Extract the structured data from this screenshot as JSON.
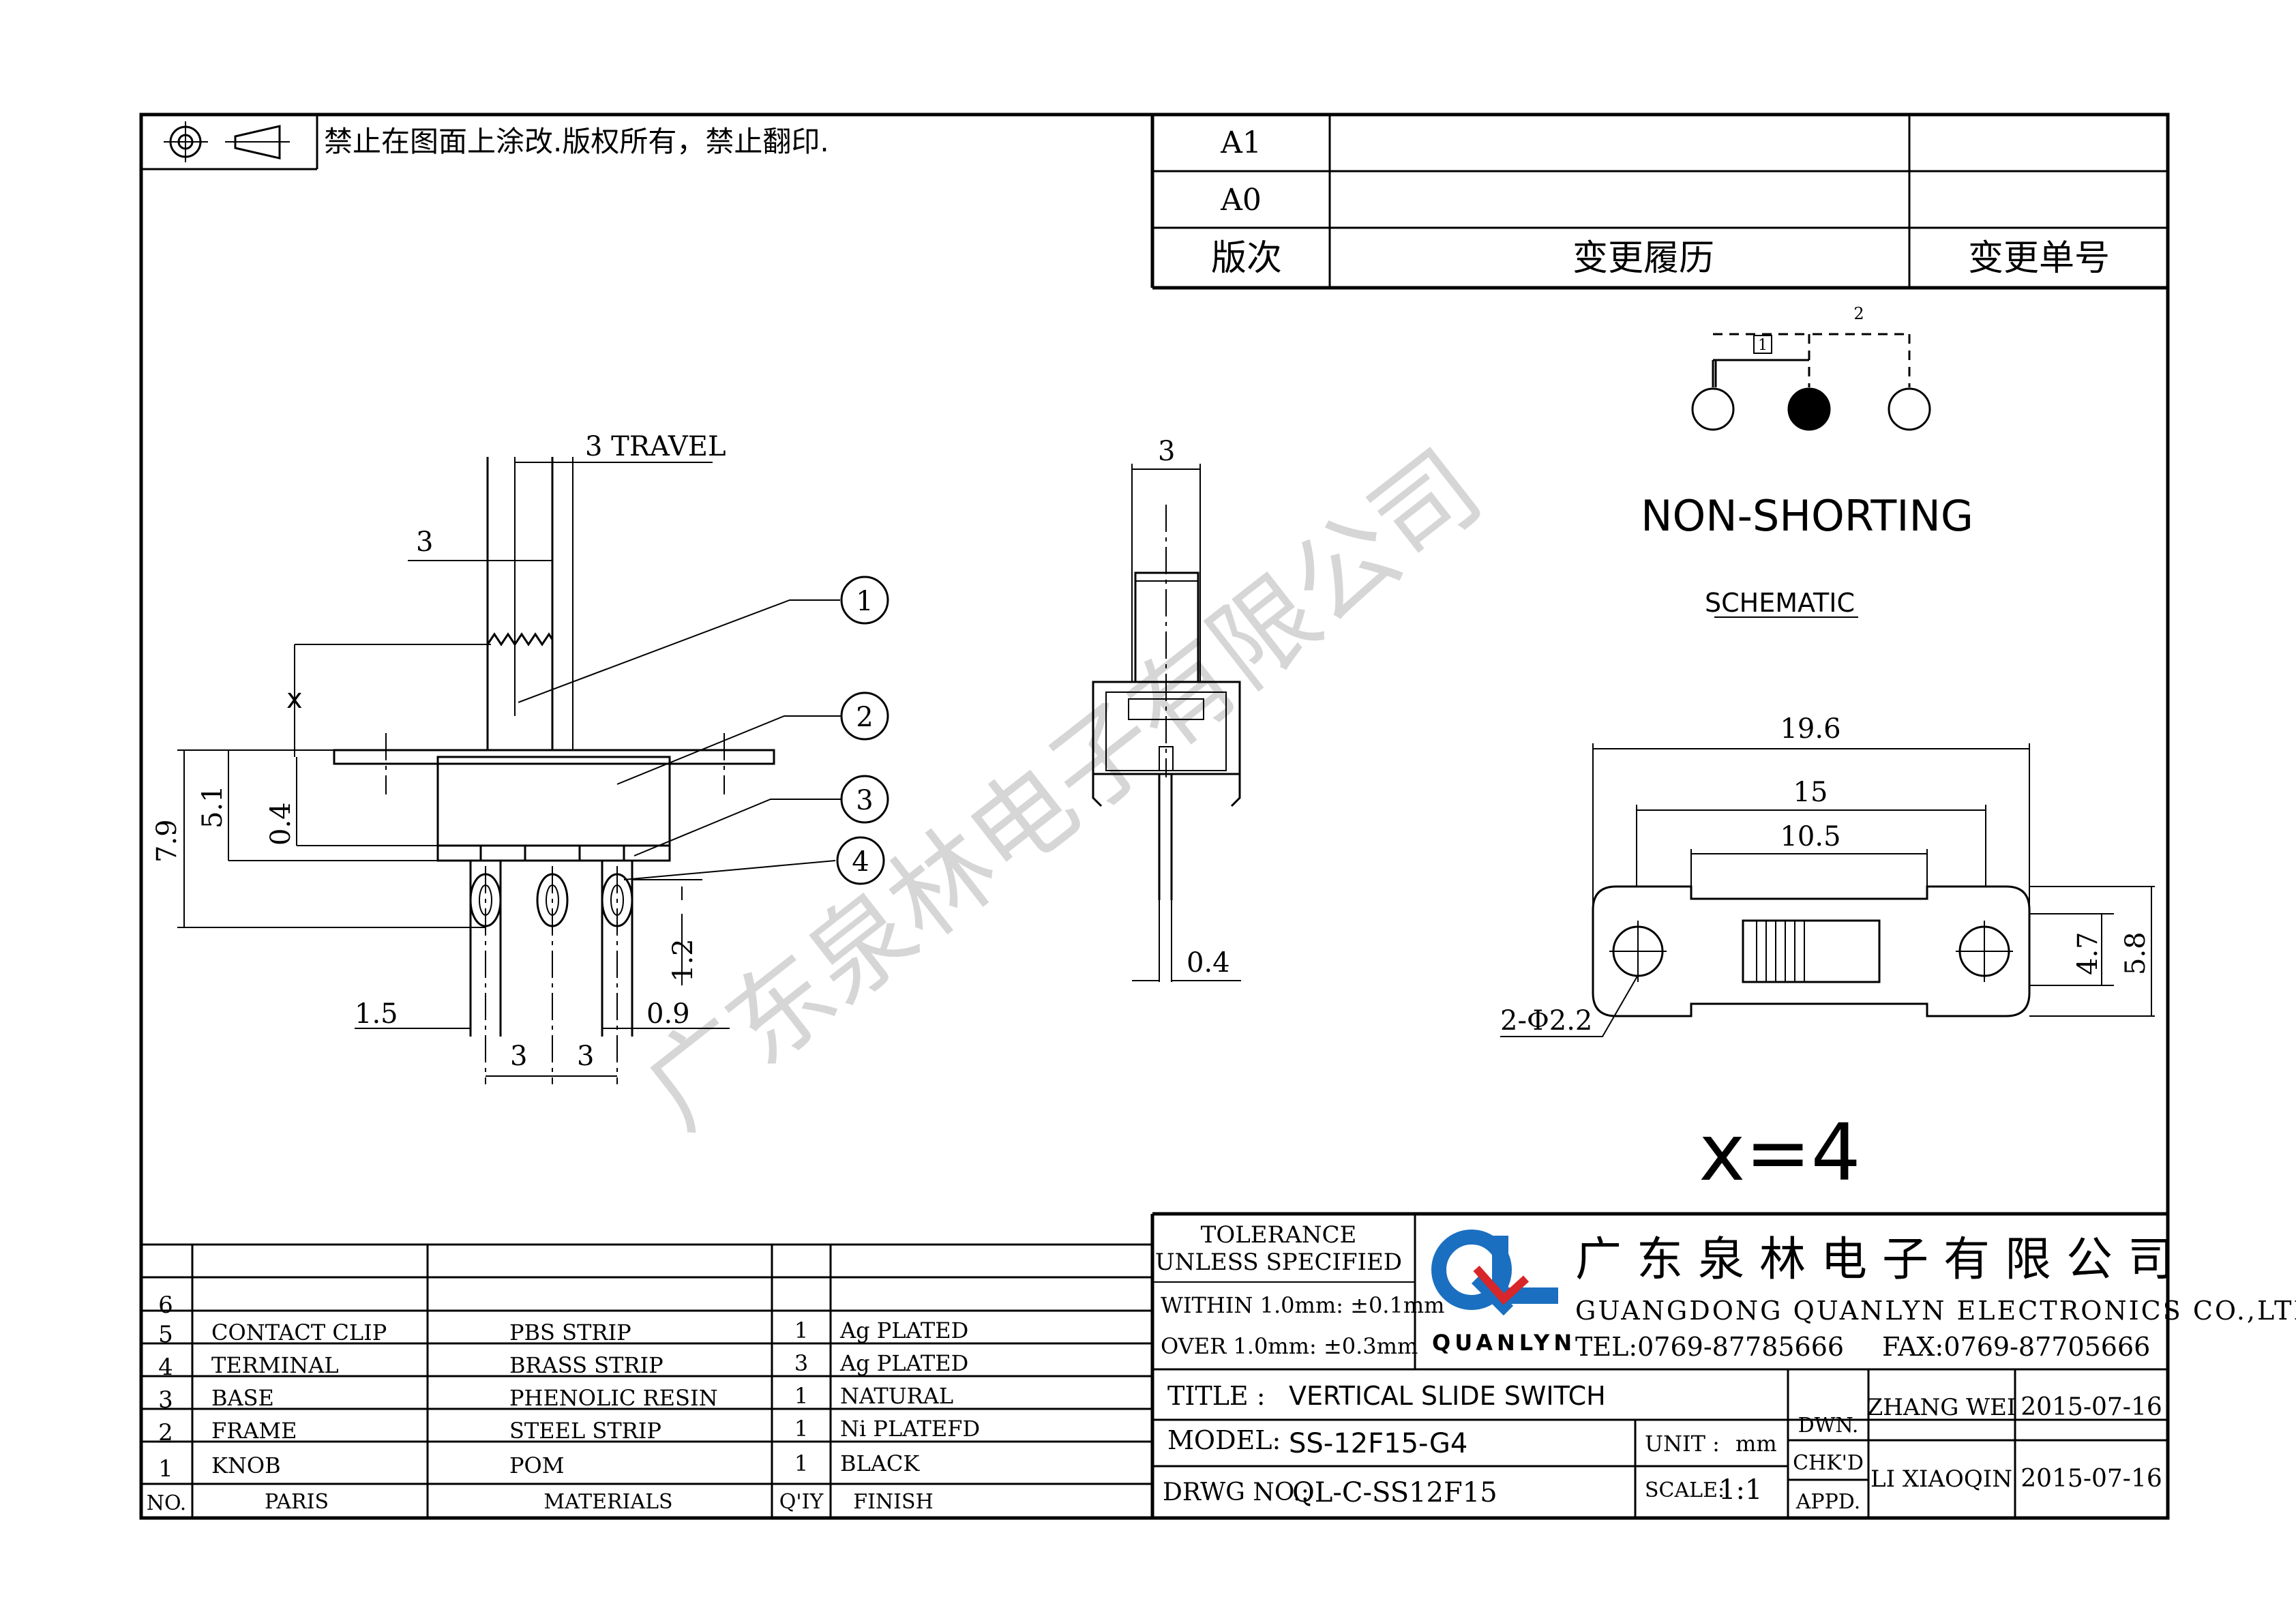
{
  "notice": "禁止在图面上涂改.版权所有，禁止翻印.",
  "revision": {
    "rows": [
      {
        "rev": "A1",
        "history": "",
        "number": ""
      },
      {
        "rev": "A0",
        "history": "",
        "number": ""
      }
    ],
    "headers": {
      "rev": "版次",
      "history": "变更履历",
      "number": "变更单号"
    }
  },
  "schematic": {
    "label_1": "1",
    "label_2": "2",
    "title": "NON-SHORTING",
    "caption": "SCHEMATIC"
  },
  "dimensions": {
    "travel": "3 TRAVEL",
    "knob_width": "3",
    "x_label": "x",
    "h_51": "5.1",
    "h_79": "7.9",
    "h_04": "0.4",
    "h_12": "1.2",
    "w_15": "1.5",
    "w_09": "0.9",
    "pitch_a": "3",
    "pitch_b": "3",
    "side_top": "3",
    "side_pin": "0.4",
    "w_196": "19.6",
    "w_15mm": "15",
    "w_105": "10.5",
    "h_47": "4.7",
    "h_58": "5.8",
    "holes": "2-Φ2.2"
  },
  "balloons": [
    "1",
    "2",
    "3",
    "4"
  ],
  "variant": "x=4",
  "watermark": "广东泉林电子有限公司",
  "bom": {
    "headers": {
      "no": "NO.",
      "part": "PARIS",
      "material": "MATERIALS",
      "qty": "Q'IY",
      "finish": "FINISH"
    },
    "rows": [
      {
        "no": "6",
        "part": "",
        "material": "",
        "qty": "",
        "finish": ""
      },
      {
        "no": "5",
        "part": "CONTACT CLIP",
        "material": "PBS STRIP",
        "qty": "1",
        "finish": "Ag PLATED"
      },
      {
        "no": "4",
        "part": "TERMINAL",
        "material": "BRASS STRIP",
        "qty": "3",
        "finish": "Ag PLATED"
      },
      {
        "no": "3",
        "part": "BASE",
        "material": "PHENOLIC RESIN",
        "qty": "1",
        "finish": "NATURAL"
      },
      {
        "no": "2",
        "part": "FRAME",
        "material": "STEEL STRIP",
        "qty": "1",
        "finish": "Ni PLATEFD"
      },
      {
        "no": "1",
        "part": "KNOB",
        "material": "POM",
        "qty": "1",
        "finish": "BLACK"
      }
    ]
  },
  "tolerance": {
    "title_1": "TOLERANCE",
    "title_2": "UNLESS SPECIFIED",
    "within": "WITHIN 1.0mm: ±0.1mm",
    "over": "OVER 1.0mm:  ±0.3mm"
  },
  "company": {
    "logo_text": "QUANLYN",
    "name_cn": "广东泉林电子有限公司",
    "name_en": "GUANGDONG QUANLYN ELECTRONICS CO.,LTD",
    "tel": "TEL:0769-87785666",
    "fax": "FAX:0769-87705666"
  },
  "title_block": {
    "title_label": "TITLE :",
    "title_value": "VERTICAL SLIDE SWITCH",
    "model_label": "MODEL:",
    "model_value": "SS-12F15-G4",
    "drwg_label": "DRWG NO.:",
    "drwg_value": "QL-C-SS12F15",
    "unit_label": "UNIT :",
    "unit_value": "mm",
    "scale_label": "SCALE:",
    "scale_value": "1:1",
    "dwn_label": "DWN.",
    "chkd_label": "CHK'D",
    "appd_label": "APPD.",
    "dwn_name": "ZHANG WEI",
    "dwn_date": "2015-07-16",
    "chk_name": "LI XIAOQIN",
    "chk_date": "2015-07-16"
  },
  "colors": {
    "logo_blue": "#1a6fc0",
    "logo_red": "#d8262a",
    "watermark": "#d0d0d0"
  }
}
